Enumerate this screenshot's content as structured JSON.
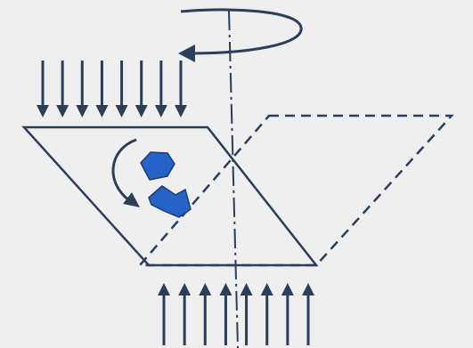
{
  "diagram": {
    "background_color": "#efefef",
    "stroke_color": "#2c3e58",
    "particle_fill": "#2563c9",
    "particle_stroke": "#1e3d6e",
    "top_arrow_count": 8,
    "bottom_arrow_count": 8,
    "particle_count": 2,
    "elements": [
      "rotation-arrow",
      "rotation-axis",
      "top-arrows",
      "tilted-plate",
      "rotated-plate-outline",
      "in-plane-rotation-arrow",
      "particles",
      "bottom-arrows"
    ]
  }
}
